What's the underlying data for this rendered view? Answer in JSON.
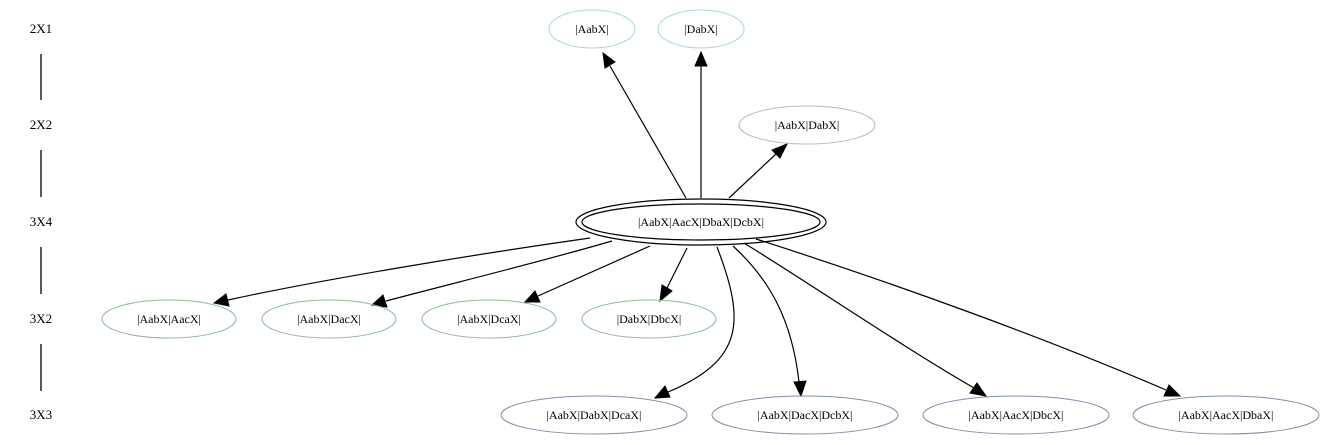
{
  "ranks": [
    {
      "label": "2X1"
    },
    {
      "label": "2X2"
    },
    {
      "label": "3X4"
    },
    {
      "label": "3X2"
    },
    {
      "label": "3X3"
    }
  ],
  "nodes": [
    {
      "id": "n_aabx",
      "label": "|AabX|",
      "color": "#a8d8d0"
    },
    {
      "id": "n_dabx",
      "label": "|DabX|",
      "color": "#a8d8d0"
    },
    {
      "id": "n_aabx_dabx",
      "label": "|AabX|DabX|",
      "color": "#c8b4a8"
    },
    {
      "id": "n_root",
      "label": "|AabX|AacX|DbaX|DcbX|",
      "color": "#000000"
    },
    {
      "id": "n_aabx_aacx",
      "label": "|AabX|AacX|",
      "color": "#90bc90"
    },
    {
      "id": "n_aabx_dacx",
      "label": "|AabX|DacX|",
      "color": "#90bc90"
    },
    {
      "id": "n_aabx_dcax",
      "label": "|AabX|DcaX|",
      "color": "#90bc90"
    },
    {
      "id": "n_dabx_dbcx",
      "label": "|DabX|DbcX|",
      "color": "#90bc90"
    },
    {
      "id": "n_aabx_dabx_dcax",
      "label": "|AabX|DabX|DcaX|",
      "color": "#8090a8"
    },
    {
      "id": "n_aabx_dacx_dcbx",
      "label": "|AabX|DacX|DcbX|",
      "color": "#8090a8"
    },
    {
      "id": "n_aabx_aacx_dbcx",
      "label": "|AabX|AacX|DbcX|",
      "color": "#8090a8"
    },
    {
      "id": "n_aabx_aacx_dbax",
      "label": "|AabX|AacX|DbaX|",
      "color": "#8090a8"
    }
  ]
}
